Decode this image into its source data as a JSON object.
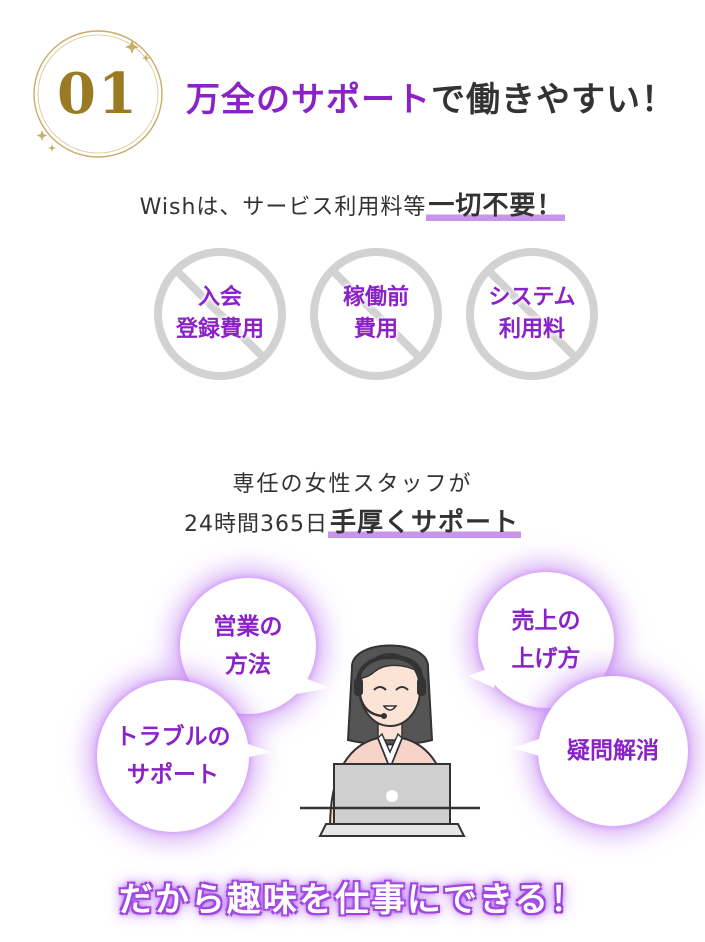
{
  "header": {
    "number": "01",
    "headline_accent": "万全のサポート",
    "headline_rest": "で働きやすい！"
  },
  "fees": {
    "lead": "Wishは、サービス利用料等",
    "highlight": "一切不要！",
    "items": [
      {
        "line1": "入会",
        "line2": "登録費用"
      },
      {
        "line1": "稼働前",
        "line2": "費用"
      },
      {
        "line1": "システム",
        "line2": "利用料"
      }
    ]
  },
  "staff": {
    "line1": "専任の女性スタッフが",
    "line2_lead": "24時間365日",
    "line2_highlight": "手厚くサポート"
  },
  "bubbles": {
    "sales_line1": "営業の",
    "sales_line2": "方法",
    "trouble_line1": "トラブルの",
    "trouble_line2": "サポート",
    "revenue_line1": "売上の",
    "revenue_line2": "上げ方",
    "questions": "疑問解消"
  },
  "footer": {
    "tagline": "だから趣味を仕事にできる！"
  },
  "colors": {
    "accent_purple": "#8a22c8",
    "gold": "#9a7a22",
    "underline": "#c995ea",
    "ban_gray": "#d2d2d2"
  }
}
